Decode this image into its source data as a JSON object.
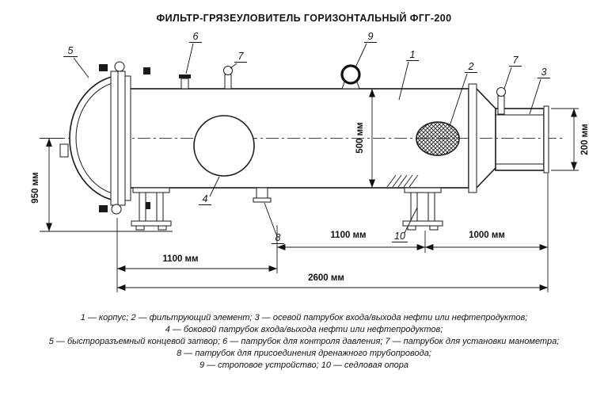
{
  "title": "ФИЛЬТР-ГРЯЗЕУЛОВИТЕЛЬ ГОРИЗОНТАЛЬНЫЙ ФГГ-200",
  "callouts": {
    "c1": "1",
    "c2": "2",
    "c3": "3",
    "c4": "4",
    "c5": "5",
    "c6": "6",
    "c7a": "7",
    "c7b": "7",
    "c8": "8",
    "c9": "9",
    "c10": "10"
  },
  "dims": {
    "d950": "950 мм",
    "d500": "500 мм",
    "d200": "200 мм",
    "d1100_mid": "1100 мм",
    "d1000": "1000 мм",
    "d1100_left": "1100 мм",
    "d2600": "2600 мм"
  },
  "legend": {
    "line1": "1 — корпус; 2 — фильтрующий элемент; 3 — осевой патрубок входа/выхода нефти или нефтепродуктов;",
    "line2": "4 — боковой патрубок входа/выхода нефти или нефтепродуктов;",
    "line3": "5 — быстроразъемный концевой затвор; 6 — патрубок для контроля давления; 7 — патрубок для установки манометра;",
    "line4": "8 — патрубок для присоединения дренажного трубопровода;",
    "line5": "9 — строповое устройство; 10 — седловая опора"
  }
}
